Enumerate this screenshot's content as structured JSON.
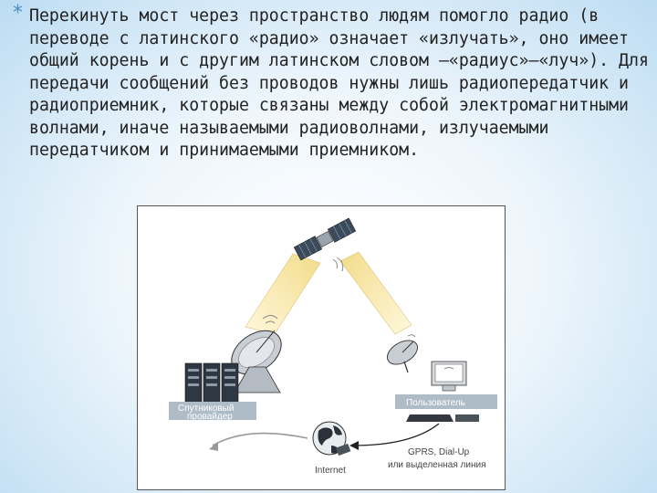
{
  "slide": {
    "bullet": "*",
    "paragraph": "Перекинуть мост через пространство людям помогло радио (в переводе с латинского «радио» означает «излучать», оно имеет общий корень и с другим латинском словом —«радиус»—«луч»). Для передачи сообщений без проводов нужны лишь радиопередатчик и радиоприемник, которые связаны между собой электромагнитными волнами, иначе называемыми радиоволнами, излучаемыми передатчиком и принимаемыми приемником."
  },
  "figure": {
    "provider_label_line1": "Спутниковый",
    "provider_label_line2": "провайдер",
    "user_label": "Пользователь",
    "internet_label": "Internet",
    "link_label_line1": "GPRS, Dial-Up",
    "link_label_line2": "или выделенная линия"
  },
  "icons": [
    "satellite-icon",
    "dish-antenna-icon",
    "server-rack-icon",
    "globe-icon",
    "computer-icon"
  ]
}
